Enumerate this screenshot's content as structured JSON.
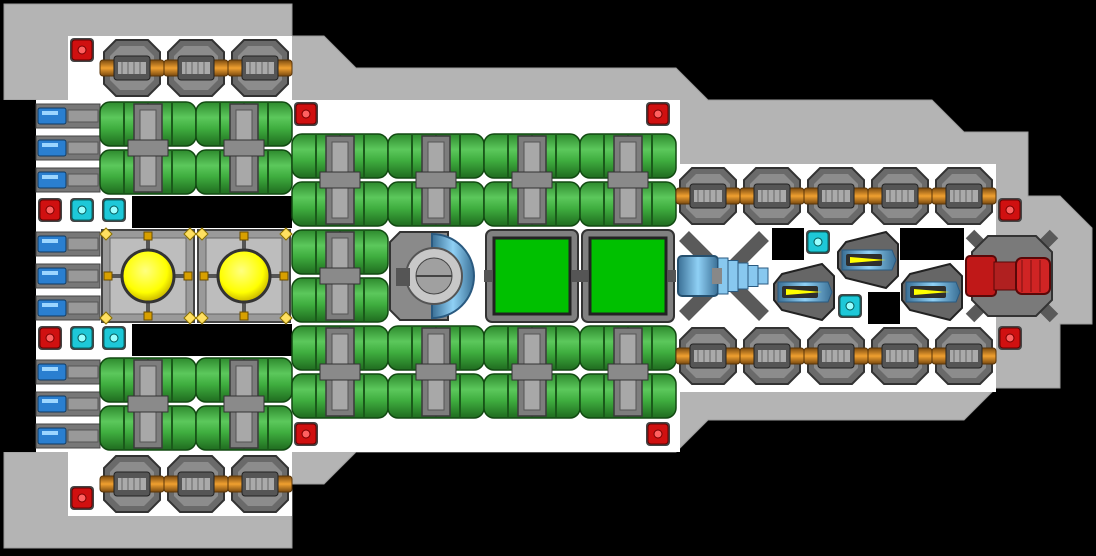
{
  "colors": {
    "background": "#000000",
    "hull": "#b4b4b4",
    "floor": "#ffffff",
    "tank_green": "#3fae3f",
    "tank_green_dark": "#1f6b1f",
    "pipe_gray": "#8a8a8a",
    "metal_dark": "#4a4a4a",
    "orange": "#e08a1e",
    "red_node": "#d01010",
    "cyan_node": "#1ec8d8",
    "blue_battery": "#2a7fd0",
    "yellow_core": "#ffff00",
    "screen_green": "#00c000",
    "thruster_red": "#c01818",
    "engine_blue": "#6ab0e0"
  },
  "legend_icons": [
    "hull-plating",
    "floor-tile",
    "tank-module",
    "gun-turret",
    "red-connector",
    "cyan-connector",
    "battery-cell",
    "reactor-core",
    "control-screen",
    "cockpit-dome",
    "thruster",
    "engine-nozzle",
    "missile-launcher"
  ]
}
